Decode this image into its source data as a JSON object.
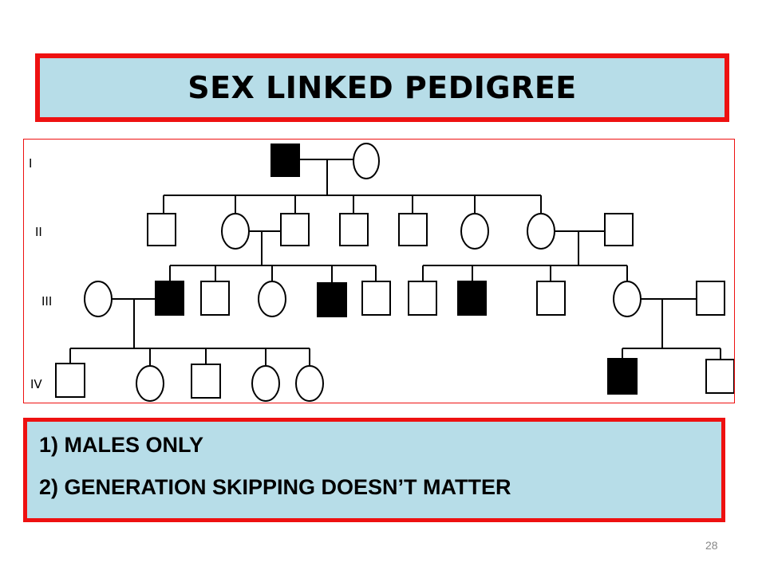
{
  "slide": {
    "title": "SEX LINKED PEDIGREE",
    "page_number": "28"
  },
  "pedigree": {
    "generations": [
      "I",
      "II",
      "III",
      "IV"
    ],
    "colors": {
      "affected": "#000000",
      "unaffected": "#ffffff",
      "line": "#000000",
      "frame": "#ee1111"
    }
  },
  "notes": [
    "1) MALES ONLY",
    "2) GENERATION SKIPPING DOESN’T MATTER"
  ],
  "colors": {
    "title_background": "#b7dde8",
    "border": "#ee1111"
  }
}
